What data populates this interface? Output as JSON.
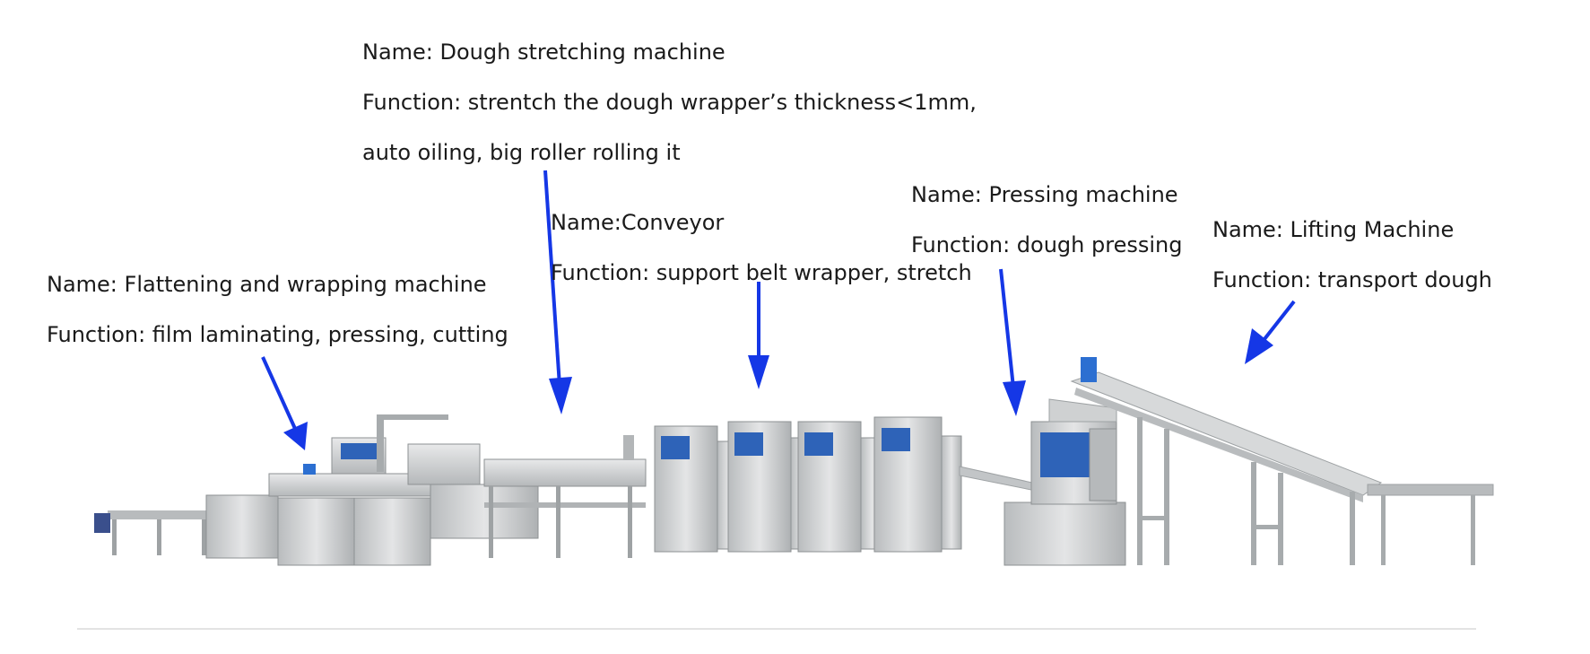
{
  "colors": {
    "arrow": "#1537e6",
    "steel": "#c9cbcc",
    "steel_dark": "#9ea2a4",
    "panel": "#2e63b8",
    "text": "#1a1a1a"
  },
  "labels": {
    "stretching": {
      "name": "Name: Dough stretching machine",
      "function_line1": "Function: strentch the dough wrapper’s thickness<1mm,",
      "function_line2": "auto oiling, big roller rolling it"
    },
    "conveyor": {
      "name": "Name:Conveyor",
      "function": "Function: support belt wrapper, stretch"
    },
    "pressing": {
      "name": "Name: Pressing machine",
      "function": "Function: dough pressing"
    },
    "lifting": {
      "name": "Name: Lifting Machine",
      "function": "Function: transport dough"
    },
    "flattening": {
      "name": "Name: Flattening and wrapping machine",
      "function": "Function: film laminating, pressing, cutting"
    }
  }
}
